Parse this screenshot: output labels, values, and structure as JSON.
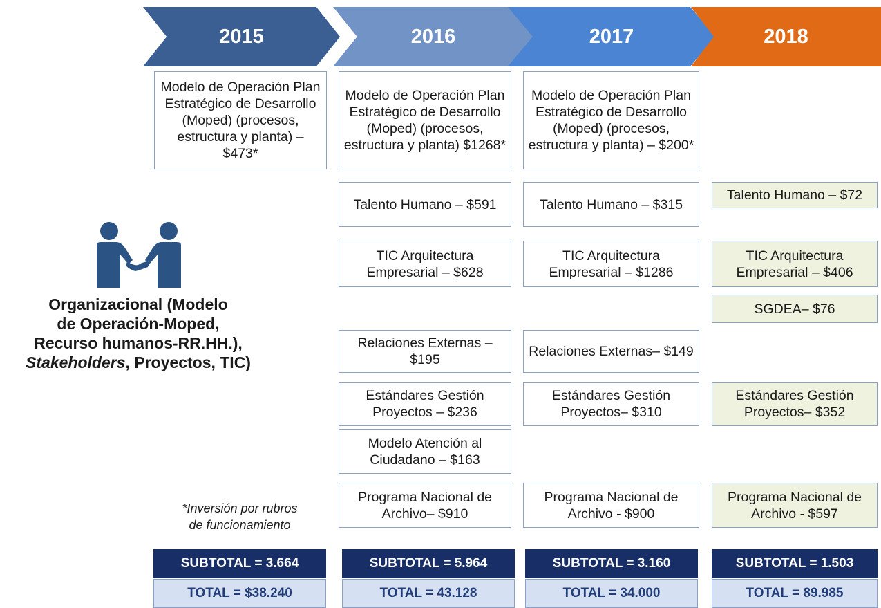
{
  "timeline": {
    "years": [
      {
        "label": "2015",
        "color": "#3b5f93"
      },
      {
        "label": "2016",
        "color": "#7193c5"
      },
      {
        "label": "2017",
        "color": "#4b84d2"
      },
      {
        "label": "2018",
        "color": "#e06a16"
      }
    ]
  },
  "left_panel": {
    "icon": "handshake-people-icon",
    "title_line1": "Organizacional (Modelo",
    "title_line2": "de Operación-Moped,",
    "title_line3": "Recurso humanos-RR.HH.),",
    "title_italic": "Stakeholders",
    "title_line4_rest": ", Proyectos, TIC)"
  },
  "note": {
    "line1": "*Inversión por rubros",
    "line2": "de funcionamiento"
  },
  "columns": {
    "y2015": {
      "moped": "Modelo de Operación Plan Estratégico de Desarrollo (Moped) (procesos, estructura y planta) – $473*",
      "subtotal": "SUBTOTAL  = 3.664",
      "total": "TOTAL  = $38.240"
    },
    "y2016": {
      "moped": "Modelo de Operación Plan Estratégico de Desarrollo (Moped) (procesos, estructura y planta)  $1268*",
      "talento": "Talento Humano  – $591",
      "tic": "TIC Arquitectura Empresarial – $628",
      "relaciones": "Relaciones Externas – $195",
      "estandares": "Estándares Gestión Proyectos – $236",
      "atencion": "Modelo Atención al Ciudadano – $163",
      "archivo": "Programa Nacional de Archivo– $910",
      "subtotal": "SUBTOTAL = 5.964",
      "total": "TOTAL = 43.128"
    },
    "y2017": {
      "moped": "Modelo de Operación Plan Estratégico de Desarrollo (Moped) (procesos, estructura y planta) – $200*",
      "talento": "Talento Humano – $315",
      "tic": "TIC Arquitectura Empresarial – $1286",
      "relaciones": "Relaciones Externas– $149",
      "estandares": "Estándares Gestión Proyectos– $310",
      "archivo": "Programa Nacional de Archivo - $900",
      "subtotal": "SUBTOTAL = 3.160",
      "total": "TOTAL = 34.000"
    },
    "y2018": {
      "talento": "Talento Humano – $72",
      "tic": "TIC Arquitectura Empresarial – $406",
      "sgdea": "SGDEA– $76",
      "estandares": "Estándares Gestión Proyectos– $352",
      "archivo": "Programa Nacional de Archivo - $597",
      "subtotal": "SUBTOTAL = 1.503",
      "total": "TOTAL = 89.985"
    }
  }
}
